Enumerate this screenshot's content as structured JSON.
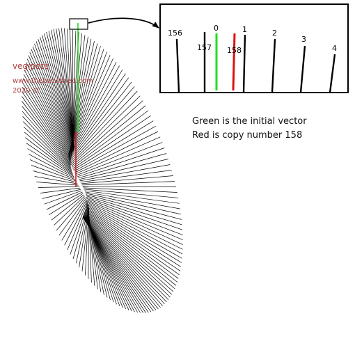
{
  "watermark": {
    "name": "vegipete",
    "site": "www.thebackshed.com",
    "year": "2020 ©"
  },
  "inset": {
    "labels": [
      "156",
      "157",
      "0",
      "158",
      "1",
      "2",
      "3",
      "4"
    ]
  },
  "caption": {
    "line1": "Green is the initial vector",
    "line2": "Red is copy number 158"
  },
  "colors": {
    "initial_vector": "#22dd22",
    "copy_158": "#dd1111",
    "lines": "#000000",
    "watermark": "#b04040"
  },
  "icons": {
    "pointer": "curved-arrow-icon"
  }
}
